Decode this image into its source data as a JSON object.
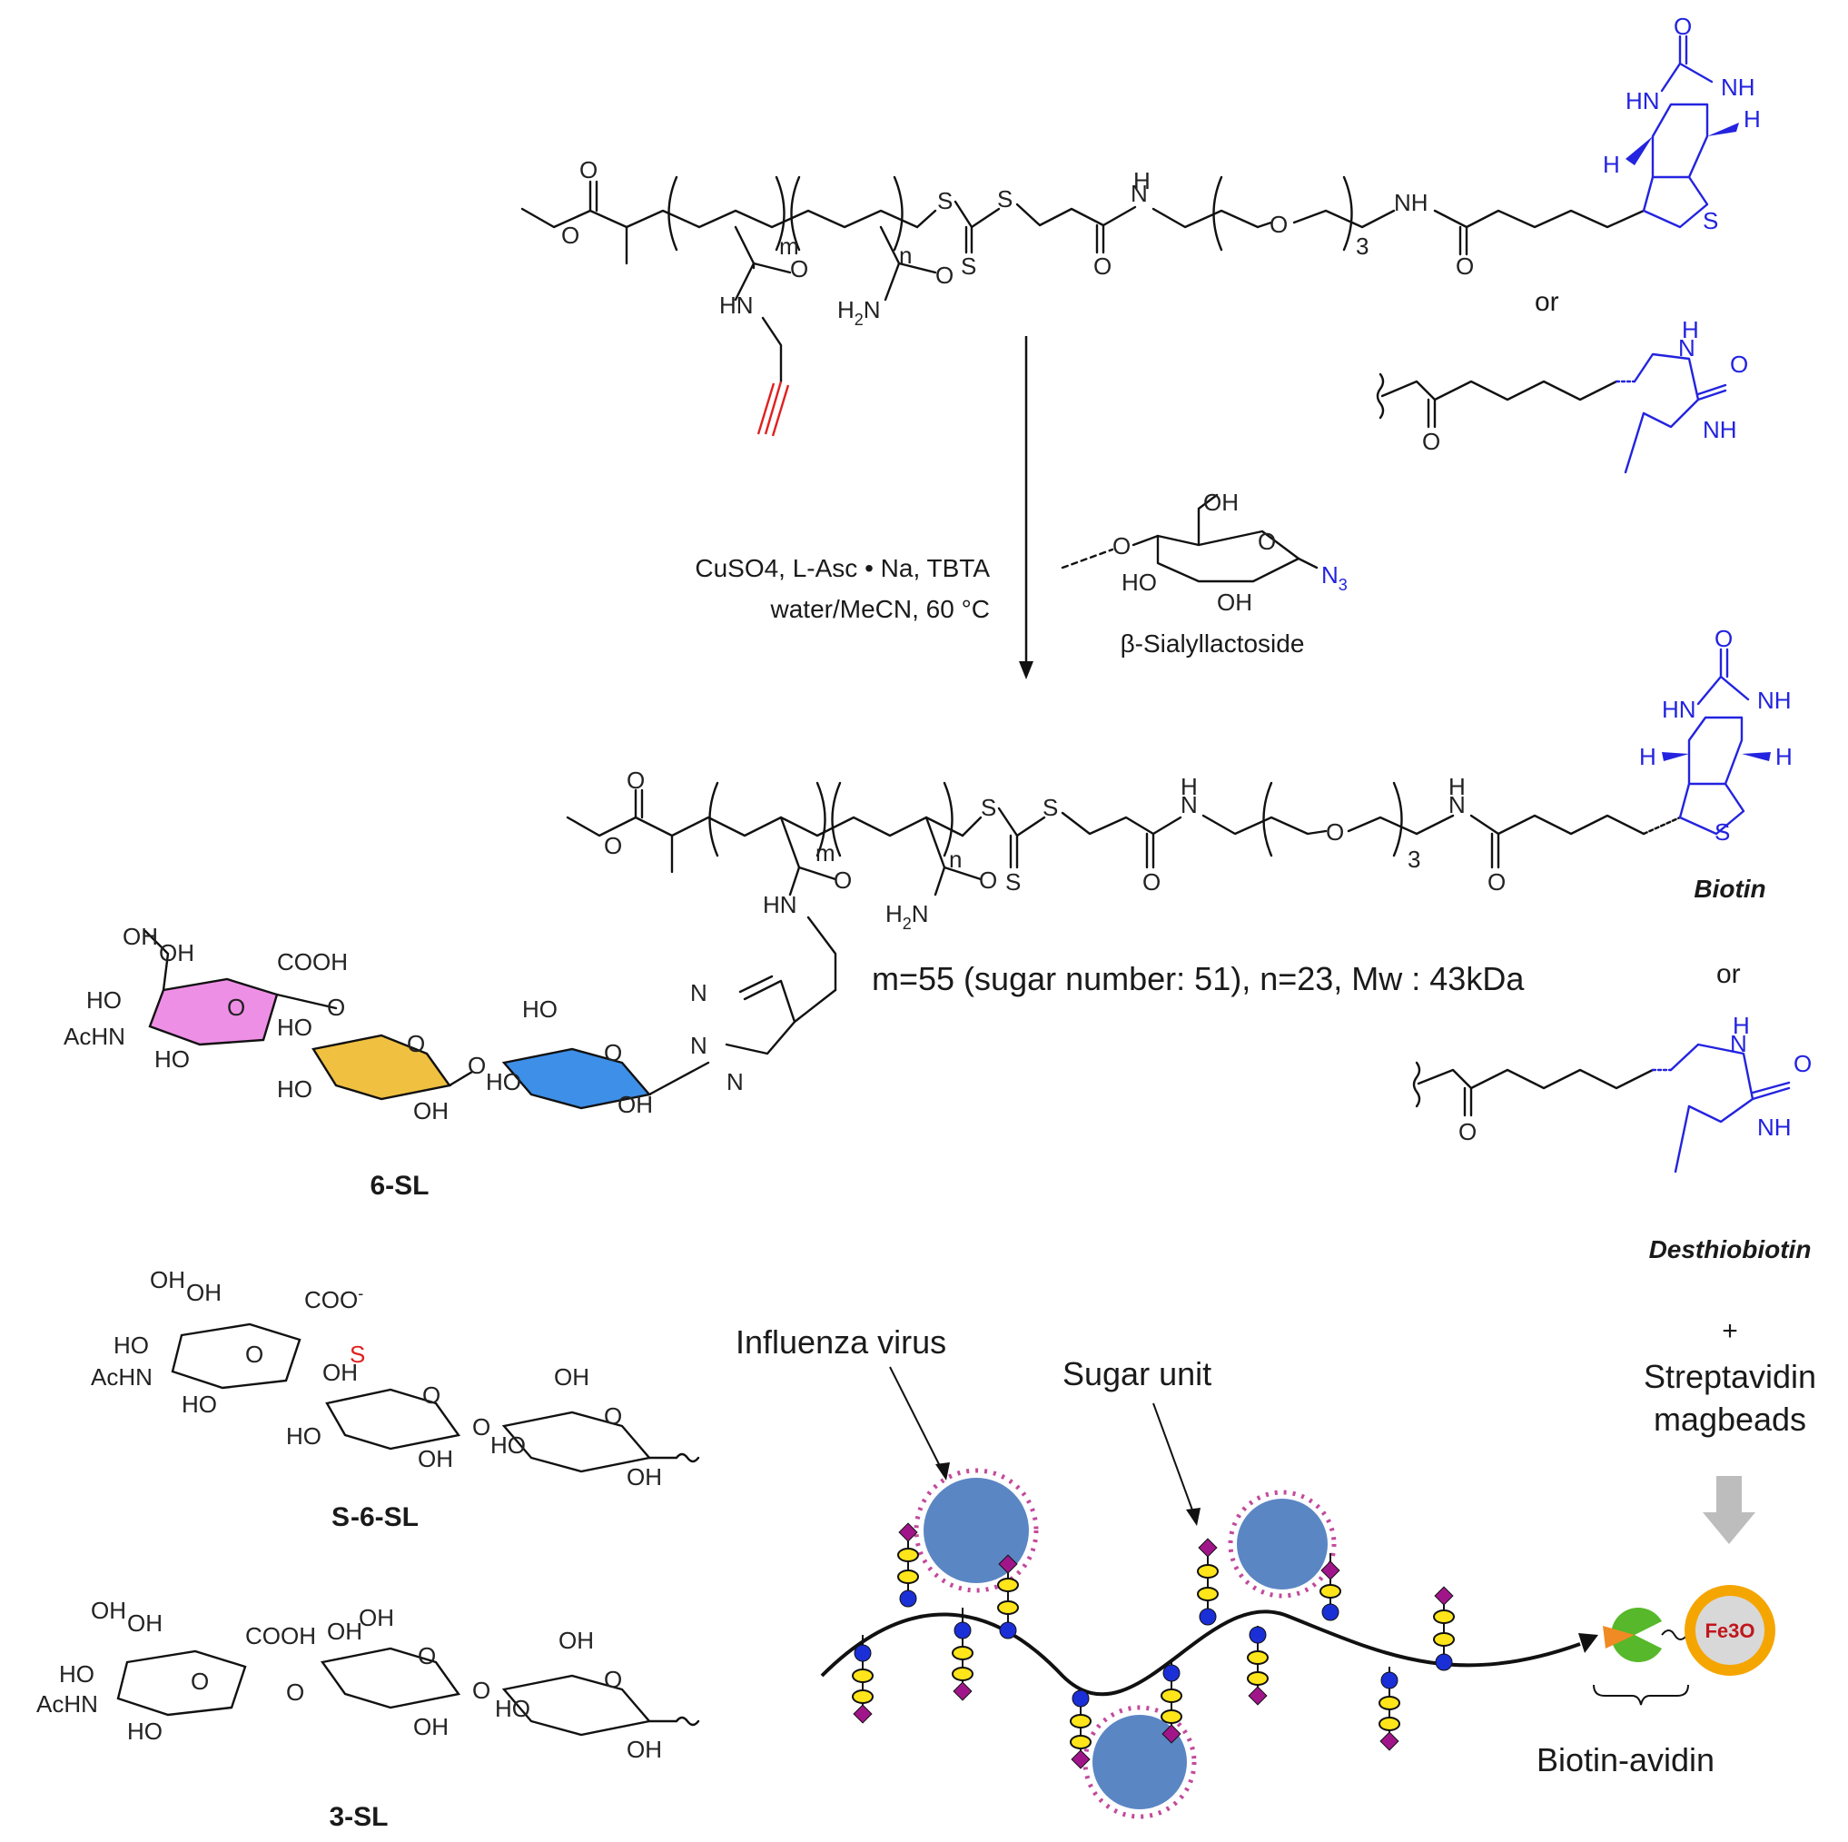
{
  "reaction": {
    "conditions_line1": "CuSO4, L-Asc • Na, TBTA",
    "conditions_line2": "water/MeCN, 60 °C",
    "reagent_name": "β-Sialyllactoside"
  },
  "polymer": {
    "m_label": "m",
    "n_label": "n",
    "peg_repeat": "3",
    "composition": "m=55 (sugar number: 51), n=23, Mw : 43kDa"
  },
  "end_groups": {
    "or_label": "or",
    "biotin_label": "Biotin",
    "desthiobiotin_label": "Desthiobiotin"
  },
  "compounds": {
    "six_sl": "6-SL",
    "s_six_sl_prefix": "S",
    "s_six_sl_suffix": "-6-SL",
    "three_sl": "3-SL"
  },
  "cartoon": {
    "virus_label": "Influenza  virus",
    "sugar_label": "Sugar  unit",
    "plus": "+",
    "beads_line1": "Streptavidin",
    "beads_line2": "magbeads",
    "bead_core": "Fe3O",
    "biotin_avidin": "Biotin-avidin"
  },
  "colors": {
    "biotin_blue": "#2323e0",
    "label_light_blue": "#4aa3ee",
    "alkyne_red": "#e02020",
    "neuac_pink": "#ee8fe6",
    "gal_yellow": "#f0c040",
    "glc_blue": "#3d8fe8",
    "bead_orange": "#f5a500",
    "virus_blue": "#5b86c4"
  }
}
